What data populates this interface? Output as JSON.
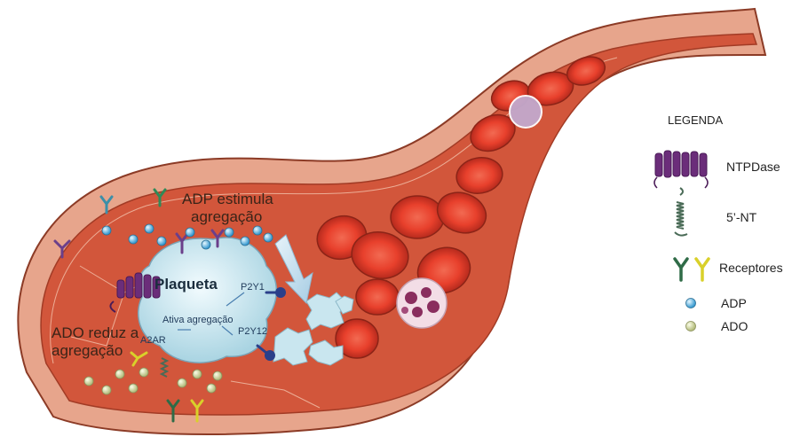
{
  "labels": {
    "adp_estimula_1": "ADP estimula",
    "adp_estimula_2": "agregação",
    "plaqueta": "Plaqueta",
    "p2y1": "P2Y1",
    "ativa_agregacao": "Ativa agregação",
    "a2ar": "A2AR",
    "p2y12": "P2Y12",
    "ado_reduz_1": "ADO reduz a",
    "ado_reduz_2": "agregação"
  },
  "legend": {
    "title": "LEGENDA",
    "ntpdase": "NTPDase",
    "nt5": "5’-NT",
    "receptores": "Receptores",
    "adp": "ADP",
    "ado": "ADO"
  },
  "colors": {
    "vessel_outer": "#c0573d",
    "vessel_wall": "#e7a58c",
    "lumen": "#d2563b",
    "rbc": "#e8402c",
    "platelet": "#c9e6ef",
    "ntpdase": "#6b2d7a",
    "nt5": "#4a6b57",
    "receptor_green": "#2f6b47",
    "receptor_yellow": "#d9d02a",
    "adp": "#4aa8d8",
    "ado": "#c9d29a"
  }
}
